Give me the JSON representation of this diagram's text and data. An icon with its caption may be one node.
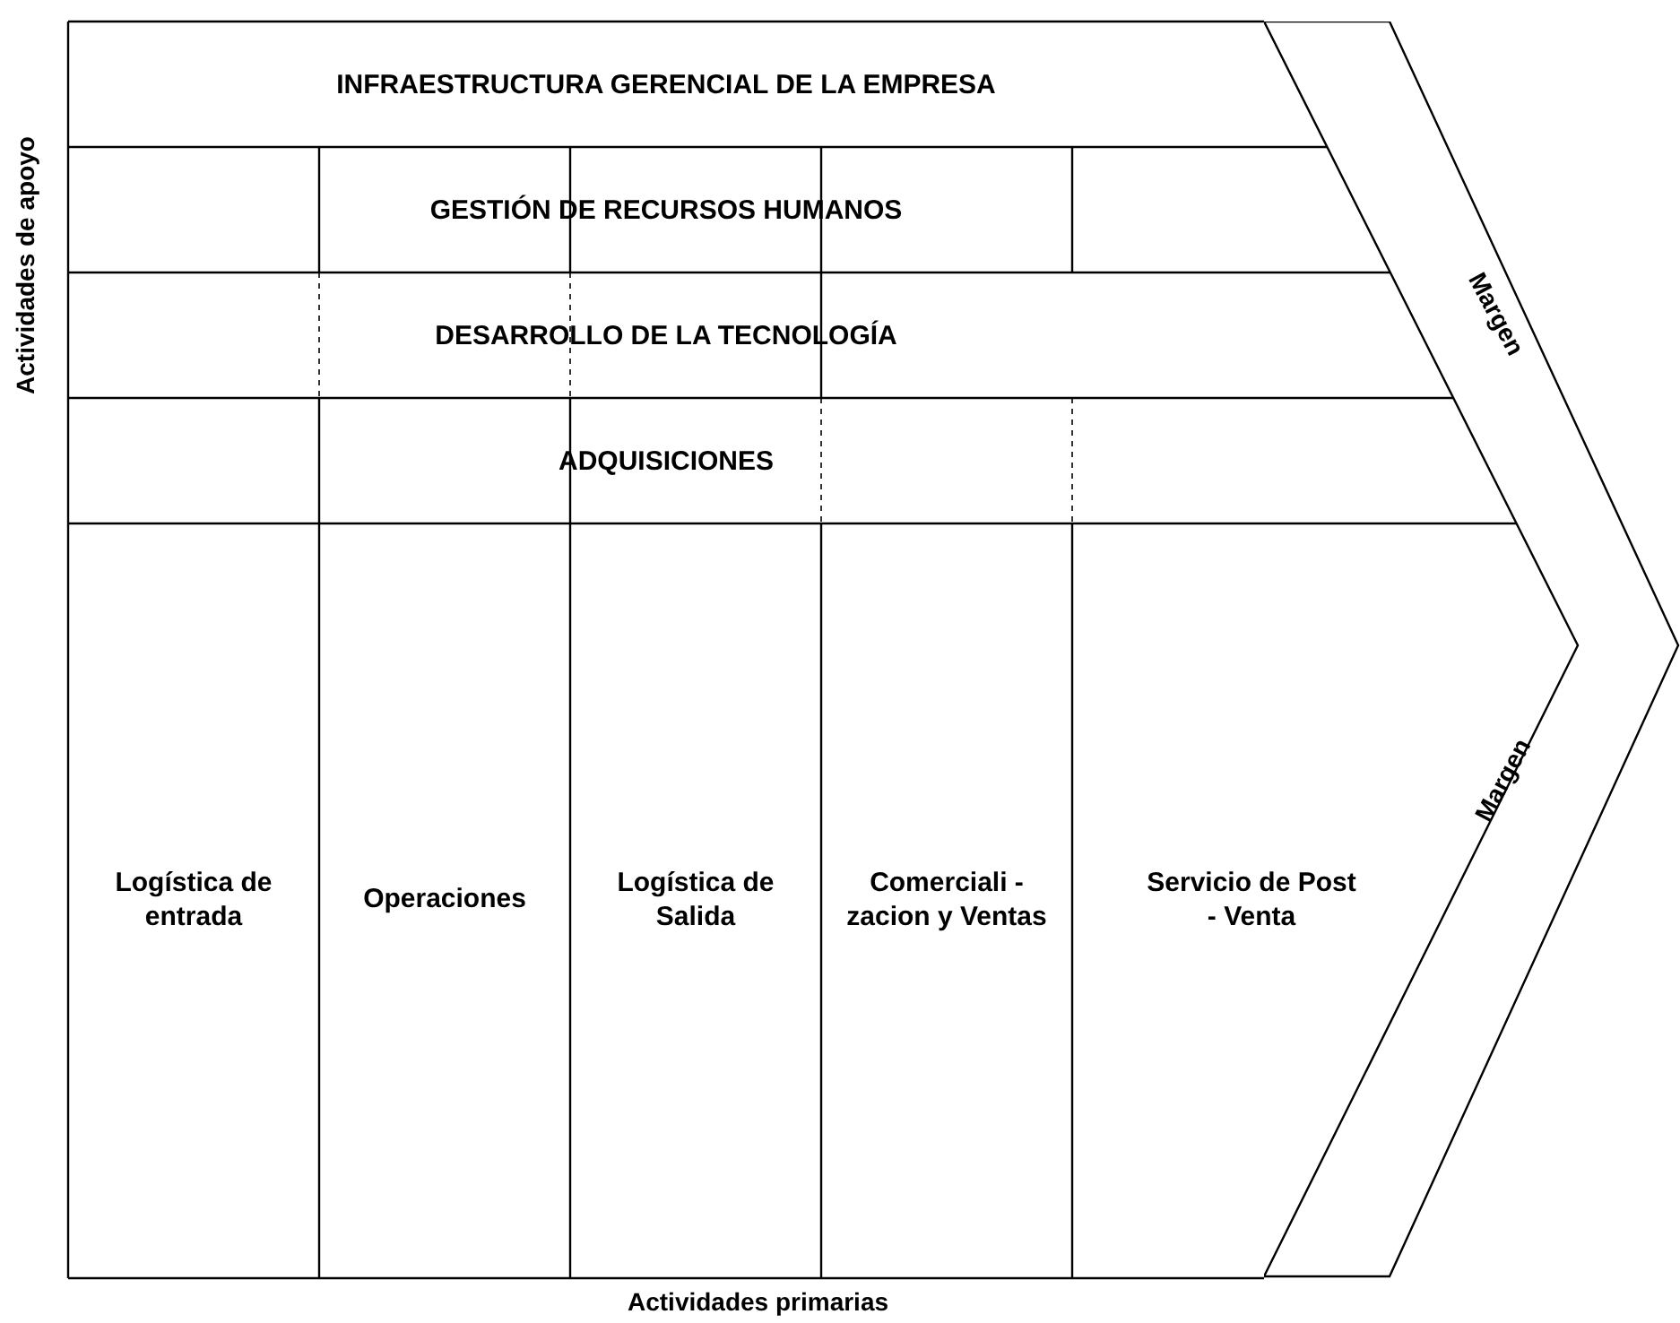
{
  "diagram": {
    "nodes": [
      {
        "text": [
          "INFRAESTRUCTURA GERENCIAL DE LA EMPRESA"
        ]
      },
      {
        "text": [
          "GESTIÓN DE RECURSOS HUMANOS"
        ]
      },
      {
        "text": [
          "DESARROLLO DE LA TECNOLOGÍA"
        ]
      },
      {
        "text": [
          "ADQUISICIONES"
        ]
      },
      {
        "text": [
          "Logística de entrada"
        ]
      },
      {
        "text": [
          "Operaciones"
        ]
      },
      {
        "text": [
          "Logística de Salida"
        ]
      },
      {
        "text": [
          "Comerciali - zacion y Ventas"
        ]
      },
      {
        "text": [
          "Servicio de Post - Venta"
        ]
      },
      {
        "text": [
          "Margen",
          "Margen"
        ]
      }
    ],
    "edges": [],
    "labels": [
      "Actividades de apoyo",
      "Actividades primarias"
    ]
  }
}
